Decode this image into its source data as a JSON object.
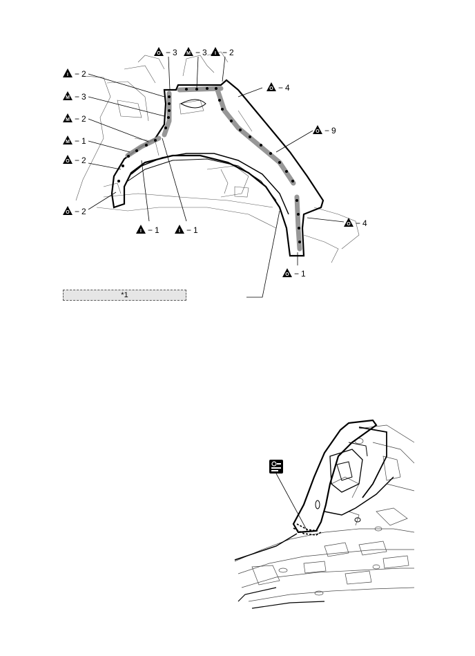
{
  "callouts": [
    {
      "symbol": "O",
      "number": "3"
    },
    {
      "symbol": "M",
      "number": "3"
    },
    {
      "symbol": "I",
      "number": "2"
    },
    {
      "symbol": "I",
      "number": "2"
    },
    {
      "symbol": "O",
      "number": "4"
    },
    {
      "symbol": "M",
      "number": "3"
    },
    {
      "symbol": "M",
      "number": "2"
    },
    {
      "symbol": "O",
      "number": "9"
    },
    {
      "symbol": "M",
      "number": "1"
    },
    {
      "symbol": "O",
      "number": "2"
    },
    {
      "symbol": "O",
      "number": "2"
    },
    {
      "symbol": "O",
      "number": "4"
    },
    {
      "symbol": "I",
      "number": "1"
    },
    {
      "symbol": "I",
      "number": "1"
    },
    {
      "symbol": "O",
      "number": "1"
    }
  ],
  "legend": {
    "label": "*1"
  },
  "colors": {
    "line": "#000000",
    "sealer_band": "#8c8c8c",
    "legend_fill": "#e6e6e6"
  },
  "icons": {
    "detail_icon": "spot-weld-detail-icon"
  }
}
